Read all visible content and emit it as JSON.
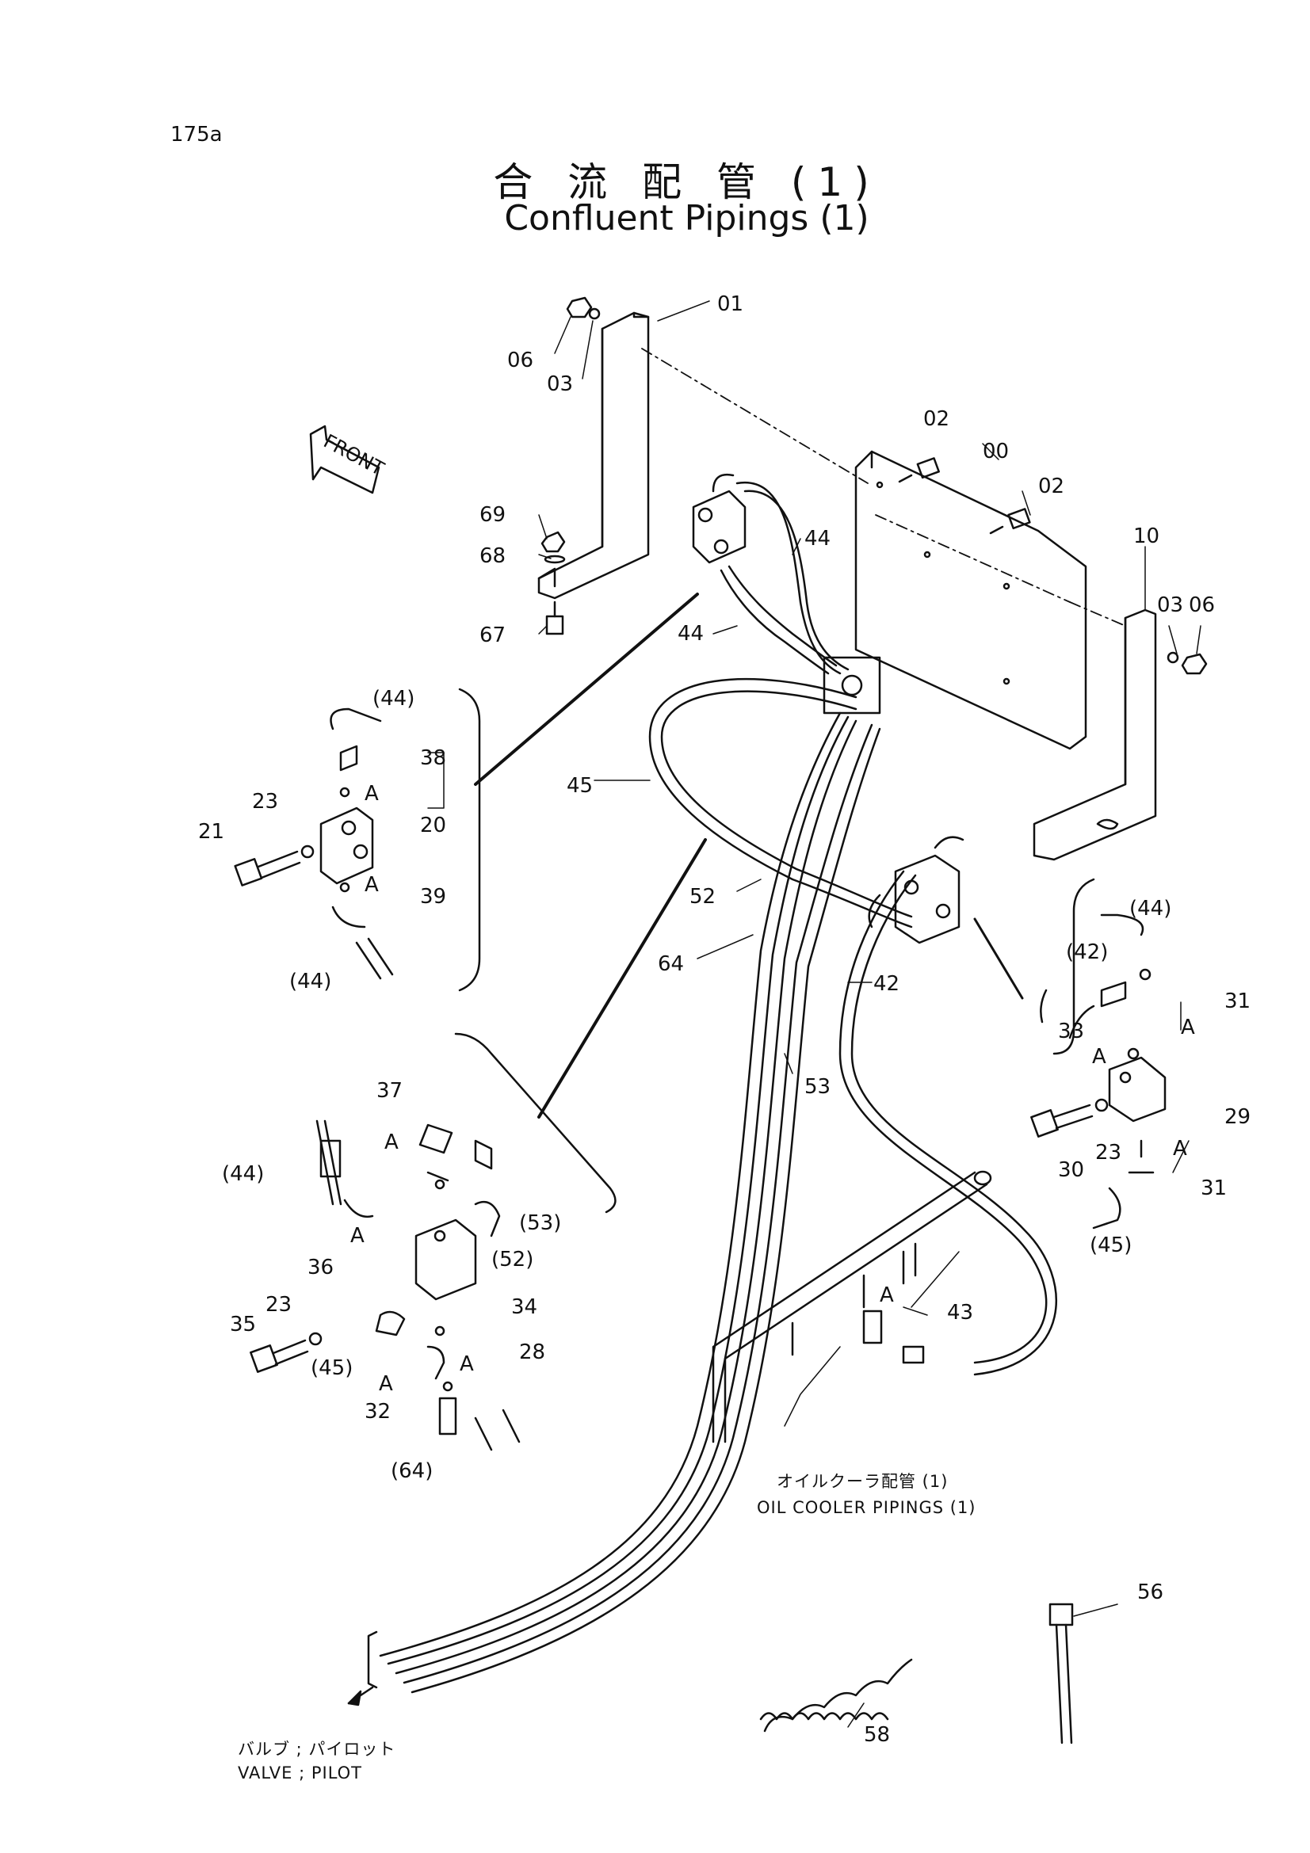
{
  "page_number": "175a",
  "title_jp": "合 流 配 管 (1)",
  "title_en": "Confluent Pipings (1)",
  "front_label": "FRONT",
  "part_labels": [
    "01",
    "06",
    "03",
    "02",
    "00",
    "02",
    "10",
    "03",
    "06",
    "69",
    "68",
    "67",
    "44",
    "44",
    "45",
    "52",
    "64",
    "42",
    "53",
    "(44)",
    "38",
    "A",
    "23",
    "20",
    "21",
    "A",
    "39",
    "(44)",
    "(44)",
    "(42)",
    "31",
    "33",
    "A",
    "A",
    "29",
    "30",
    "23",
    "A",
    "31",
    "(45)",
    "37",
    "A",
    "(44)",
    "36",
    "A",
    "(53)",
    "(52)",
    "34",
    "35",
    "23",
    "(45)",
    "A",
    "28",
    "A",
    "32",
    "(64)",
    "A",
    "43",
    "56",
    "58"
  ],
  "notes": {
    "oil_cooler_jp": "オイルクーラ配管 (1)",
    "oil_cooler_en": "OIL COOLER PIPINGS (1)",
    "valve_jp": "バルブ ; パイロット",
    "valve_en": "VALVE ; PILOT"
  }
}
